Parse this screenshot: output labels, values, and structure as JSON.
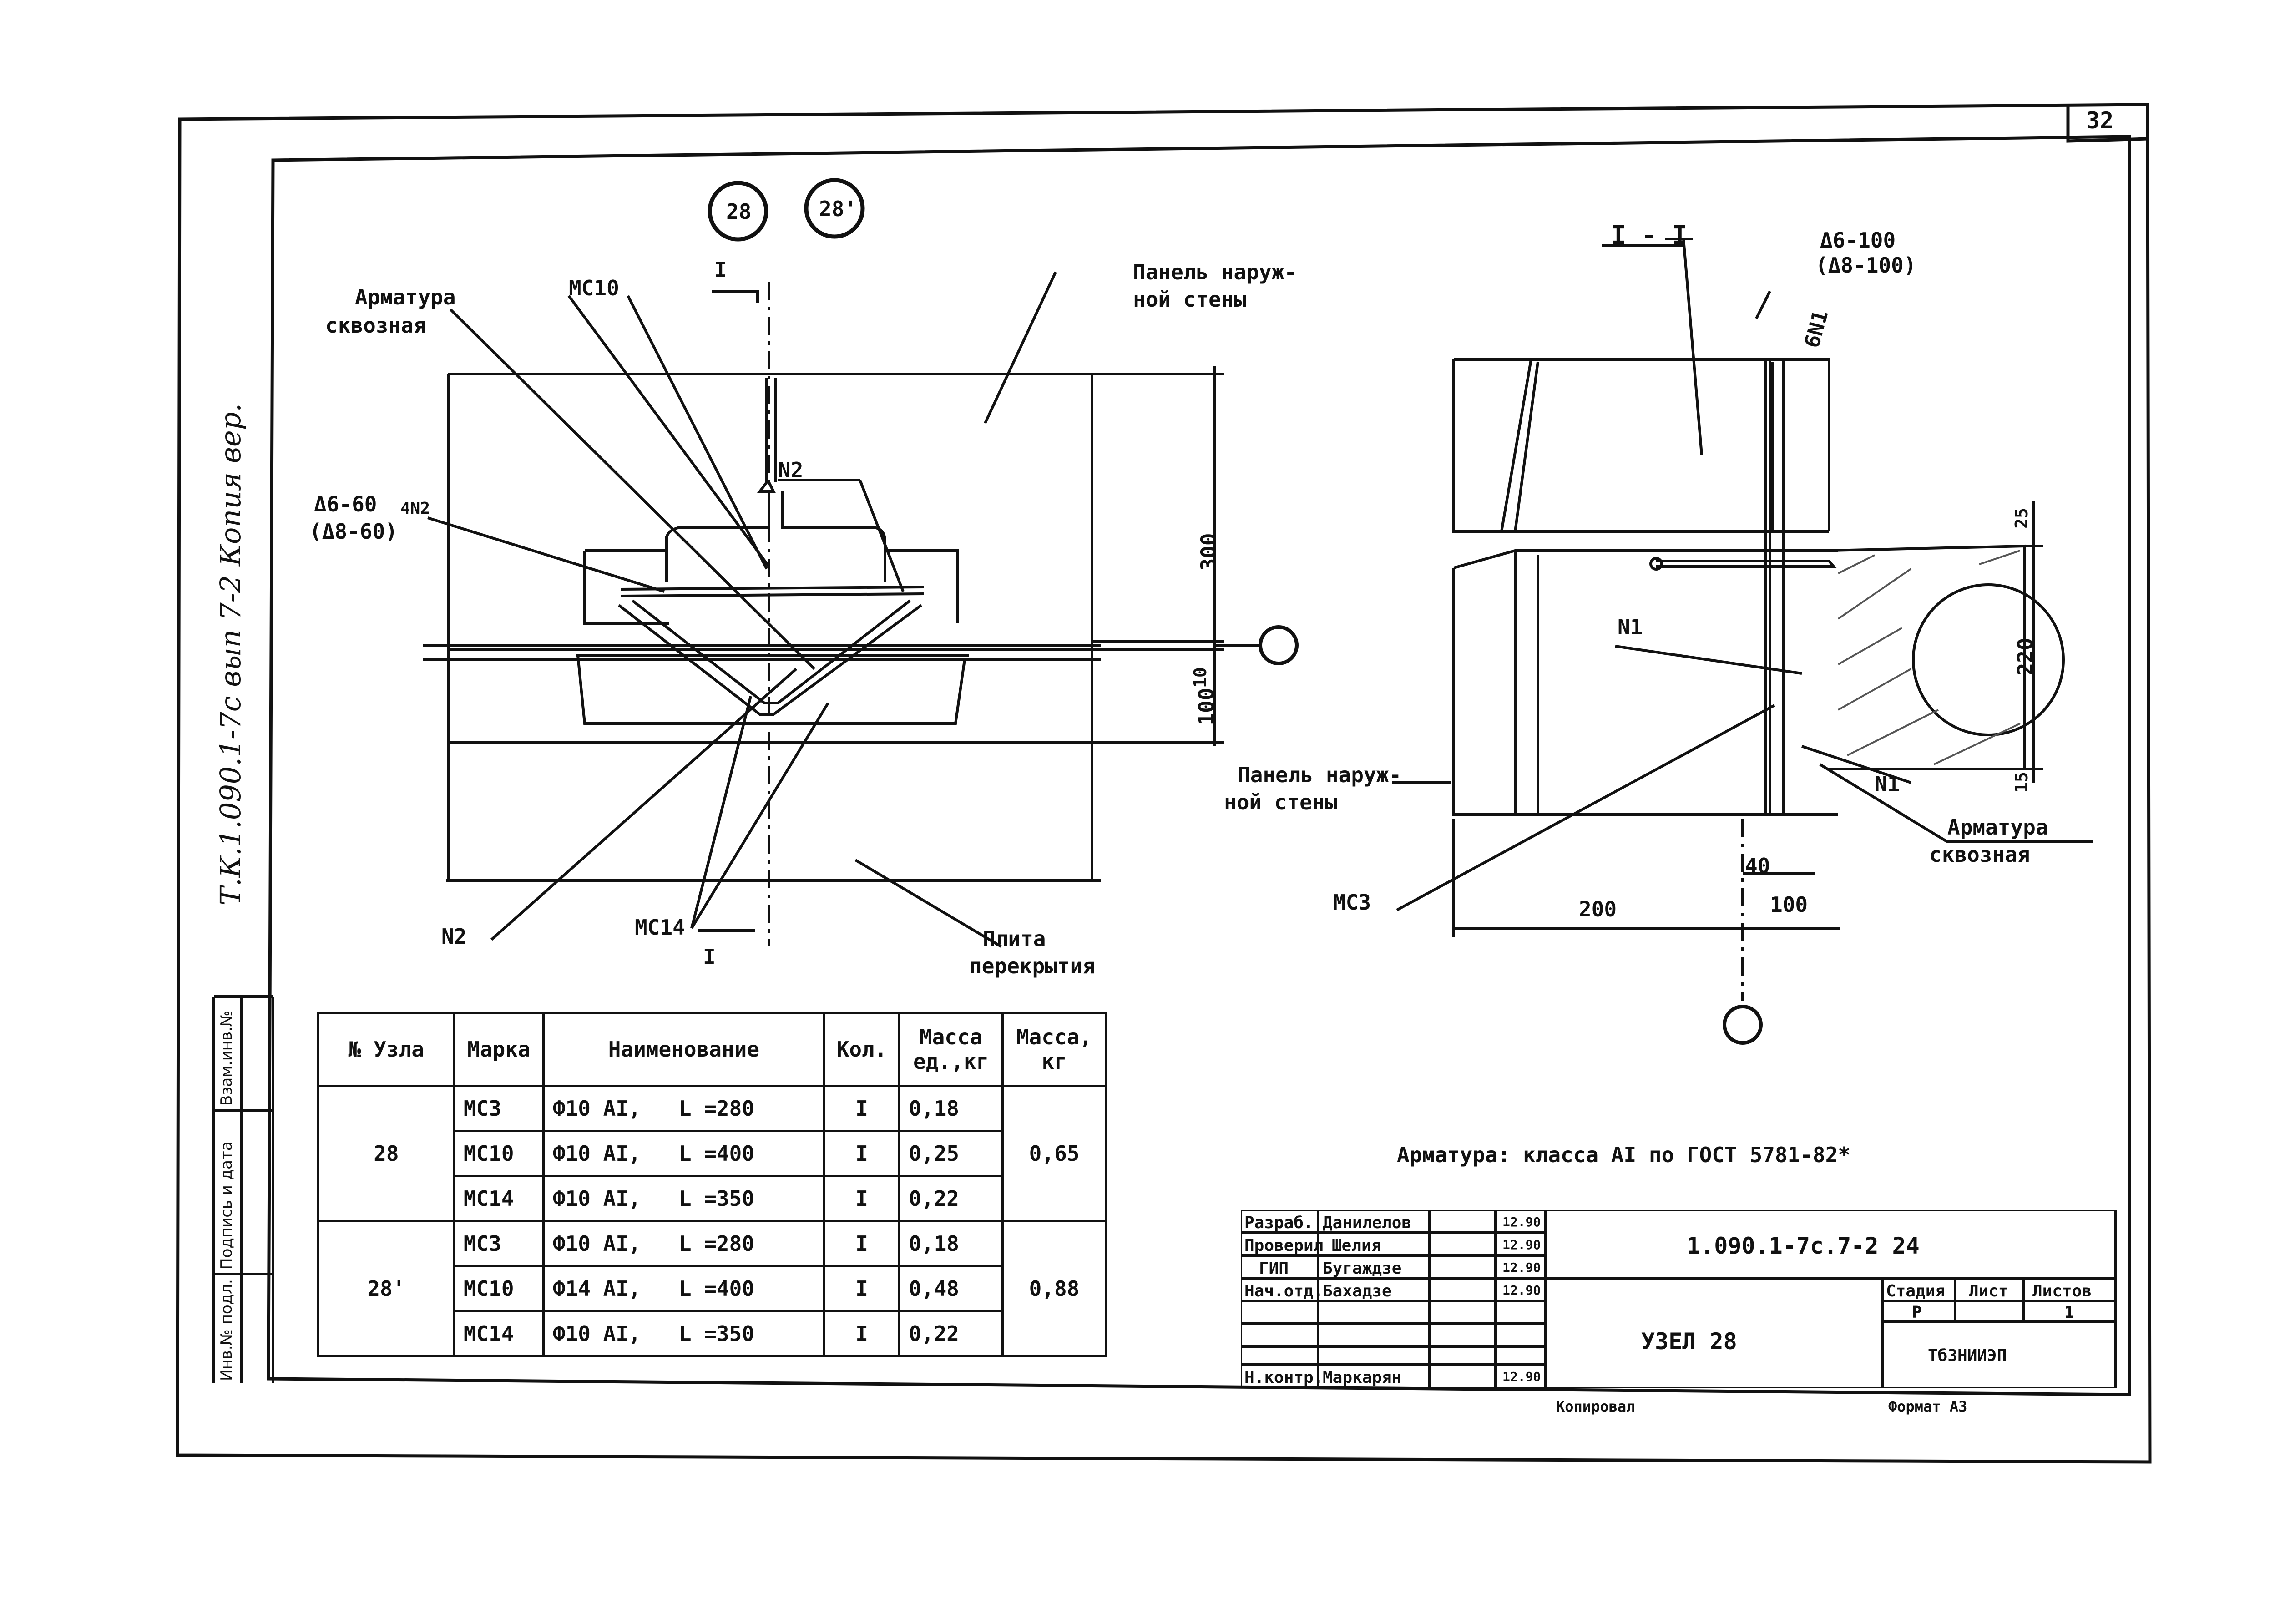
{
  "sheet_number": "32",
  "side_note": "Т.К.1.090.1-7с вып 7-2   Копия вер.",
  "node_marks": [
    "28",
    "28'"
  ],
  "left_view": {
    "labels": {
      "armatura": "Арматура",
      "skvoznaya": "сквозная",
      "mc10": "МС10",
      "section_mark": "I",
      "panel1": "Панель наруж-",
      "panel2": "ной стены",
      "rebar_a": "Δ6-60",
      "rebar_b": "(Δ8-60)",
      "n2_note": "4N2",
      "n2_top": "N2",
      "n2_bottom": "N2",
      "mc14": "МС14",
      "section_mark_bottom": "I",
      "plita1": "Плита",
      "plita2": "перекрытия",
      "dim_300": "300",
      "dim_10": "10",
      "dim_100": "100"
    }
  },
  "right_view": {
    "labels": {
      "section_title": "I - I",
      "rebar_a": "Δ6-100",
      "rebar_b": "(Δ8-100)",
      "n1_top": "6N1",
      "n1_a": "N1",
      "n1_b": "N1",
      "panel1": "Панель наруж-",
      "panel2": "ной стены",
      "armatura": "Арматура",
      "skvoznaya": "сквозная",
      "mc3": "МС3",
      "dim_25": "25",
      "dim_220": "220",
      "dim_15": "15",
      "dim_200": "200",
      "dim_40": "40",
      "dim_100": "100"
    }
  },
  "spec_table": {
    "headers": [
      "№ Узла",
      "Марка",
      "Наименование",
      "Кол.",
      "Масса ед.,кг",
      "Масса, кг"
    ],
    "groups": [
      {
        "node": "28",
        "total": "0,65",
        "rows": [
          {
            "mark": "МС3",
            "name": "Ф10 АI,",
            "length": "L =280",
            "qty": "I",
            "mass": "0,18"
          },
          {
            "mark": "МС10",
            "name": "Ф10 АI,",
            "length": "L =400",
            "qty": "I",
            "mass": "0,25"
          },
          {
            "mark": "МС14",
            "name": "Ф10 АI,",
            "length": "L =350",
            "qty": "I",
            "mass": "0,22"
          }
        ]
      },
      {
        "node": "28'",
        "total": "0,88",
        "rows": [
          {
            "mark": "МС3",
            "name": "Ф10 АI,",
            "length": "L =280",
            "qty": "I",
            "mass": "0,18"
          },
          {
            "mark": "МС10",
            "name": "Ф14 АI,",
            "length": "L =400",
            "qty": "I",
            "mass": "0,48"
          },
          {
            "mark": "МС14",
            "name": "Ф10 АI,",
            "length": "L =350",
            "qty": "I",
            "mass": "0,22"
          }
        ]
      }
    ]
  },
  "note": "Арматура: класса АI по ГОСТ 5781-82*",
  "side_stamp": [
    "Инв.№ подл.",
    "Подпись и дата",
    "Взам.инв.№"
  ],
  "title_block": {
    "roles": [
      "Разраб.",
      "Проверил",
      "ГИП",
      "Нач.отд.",
      "",
      "",
      "Н.контр."
    ],
    "names": [
      "Данилелов",
      "Шелия",
      "Бугаждзе",
      "Бахадзе",
      "",
      "",
      "Маркарян"
    ],
    "dates": [
      "12.90",
      "12.90",
      "12.90",
      "12.90",
      "",
      "",
      "12.90"
    ],
    "doc_code": "1.090.1-7с.7-2 24",
    "title": "УЗЕЛ 28",
    "stage_header": "Стадия",
    "sheet_header": "Лист",
    "sheets_header": "Листов",
    "stage": "Р",
    "sheets": "1",
    "org": "ТбЗНИИЭП",
    "copied": "Копировал",
    "format": "Формат А3"
  }
}
